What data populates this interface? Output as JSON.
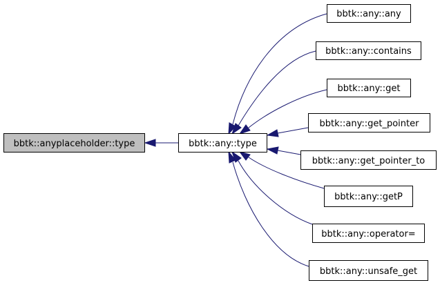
{
  "colors": {
    "highlight_fill": "#bfbfbf",
    "node_fill": "#ffffff",
    "node_border": "#000000",
    "edge": "#191970"
  },
  "nodes": {
    "anyplaceholder_type": "bbtk::anyplaceholder::type",
    "any_type": "bbtk::any::type",
    "any_any": "bbtk::any::any",
    "any_contains": "bbtk::any::contains",
    "any_get": "bbtk::any::get",
    "any_get_pointer": "bbtk::any::get_pointer",
    "any_get_pointer_to": "bbtk::any::get_pointer_to",
    "any_getP": "bbtk::any::getP",
    "any_operator_eq": "bbtk::any::operator=",
    "any_unsafe_get": "bbtk::any::unsafe_get"
  },
  "edges": [
    {
      "from": "any_type",
      "to": "anyplaceholder_type"
    },
    {
      "from": "any_any",
      "to": "any_type"
    },
    {
      "from": "any_contains",
      "to": "any_type"
    },
    {
      "from": "any_get",
      "to": "any_type"
    },
    {
      "from": "any_get_pointer",
      "to": "any_type"
    },
    {
      "from": "any_get_pointer_to",
      "to": "any_type"
    },
    {
      "from": "any_getP",
      "to": "any_type"
    },
    {
      "from": "any_operator_eq",
      "to": "any_type"
    },
    {
      "from": "any_unsafe_get",
      "to": "any_type"
    }
  ]
}
